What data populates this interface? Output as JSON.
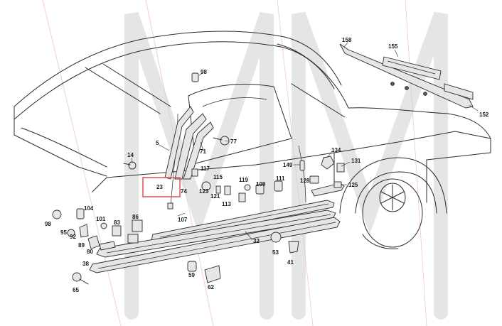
{
  "callouts": [
    {
      "id": "158",
      "text": "158"
    },
    {
      "id": "155",
      "text": "155"
    },
    {
      "id": "152",
      "text": "152"
    },
    {
      "id": "98a",
      "text": "98"
    },
    {
      "id": "77",
      "text": "77"
    },
    {
      "id": "5",
      "text": "5"
    },
    {
      "id": "71",
      "text": "71"
    },
    {
      "id": "14",
      "text": "14"
    },
    {
      "id": "117",
      "text": "117"
    },
    {
      "id": "115",
      "text": "115"
    },
    {
      "id": "123",
      "text": "123"
    },
    {
      "id": "121",
      "text": "121"
    },
    {
      "id": "113",
      "text": "113"
    },
    {
      "id": "119",
      "text": "119"
    },
    {
      "id": "109",
      "text": "109"
    },
    {
      "id": "111",
      "text": "111"
    },
    {
      "id": "149",
      "text": "149"
    },
    {
      "id": "134",
      "text": "134"
    },
    {
      "id": "131",
      "text": "131"
    },
    {
      "id": "128",
      "text": "128"
    },
    {
      "id": "125",
      "text": "125"
    },
    {
      "id": "23",
      "text": "23"
    },
    {
      "id": "74",
      "text": "74"
    },
    {
      "id": "104",
      "text": "104"
    },
    {
      "id": "98b",
      "text": "98"
    },
    {
      "id": "101",
      "text": "101"
    },
    {
      "id": "86",
      "text": "86"
    },
    {
      "id": "107",
      "text": "107"
    },
    {
      "id": "95",
      "text": "95"
    },
    {
      "id": "92",
      "text": "92"
    },
    {
      "id": "83",
      "text": "83"
    },
    {
      "id": "89",
      "text": "89"
    },
    {
      "id": "80",
      "text": "80"
    },
    {
      "id": "32",
      "text": "32"
    },
    {
      "id": "53",
      "text": "53"
    },
    {
      "id": "41",
      "text": "41"
    },
    {
      "id": "38",
      "text": "38"
    },
    {
      "id": "59",
      "text": "59"
    },
    {
      "id": "62",
      "text": "62"
    },
    {
      "id": "65",
      "text": "65"
    }
  ],
  "highlight": {
    "label": "23",
    "color": "#e05a5a"
  },
  "colors": {
    "line": "#2a2a2a",
    "watermark": "#cfcfcf"
  }
}
